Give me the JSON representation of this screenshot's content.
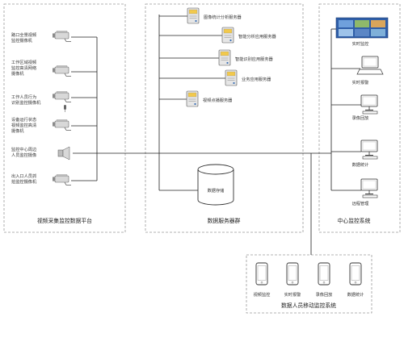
{
  "left": {
    "title": "视频采集监控数据平台",
    "cameras": [
      {
        "lines": [
          "路口全景视频",
          "监控摄像机"
        ]
      },
      {
        "lines": [
          "工作区域视频",
          "监控高清网络",
          "摄像机"
        ]
      },
      {
        "lines": [
          "工作人员行为",
          "识别监控摄像机"
        ]
      },
      {
        "lines": [
          "设备运行状态",
          "视频监控高清",
          "摄像机"
        ]
      },
      {
        "lines": [
          "监控中心周边",
          "人员监控摄像"
        ]
      },
      {
        "lines": [
          "出入口人员抓",
          "拍监控摄像机"
        ]
      }
    ]
  },
  "center": {
    "title": "数据服务器群",
    "servers": [
      "图像统计分析服务器",
      "智能分析应用服务器",
      "智能识别应用服务器",
      "业务应用服务器",
      "视频点播服务器"
    ],
    "storage": "数据存储"
  },
  "right": {
    "title": "中心监控系统",
    "terminals": [
      "实时监控",
      "实时报警",
      "录像回放",
      "数据统计",
      "远程管理"
    ]
  },
  "mobile": {
    "title": "数据人员移动监控系统",
    "phones": [
      "视频监控",
      "实时报警",
      "录像回放",
      "数据统计"
    ]
  },
  "icons": {
    "camera": "camera-icon",
    "server": "server-icon",
    "storage": "database-icon",
    "video_wall": "video-wall-icon",
    "laptop": "laptop-icon",
    "desktop": "desktop-icon",
    "phone": "phone-icon"
  },
  "colors": {
    "video_wall": "#2f5ea8",
    "server_screen": "#f2c94c"
  }
}
